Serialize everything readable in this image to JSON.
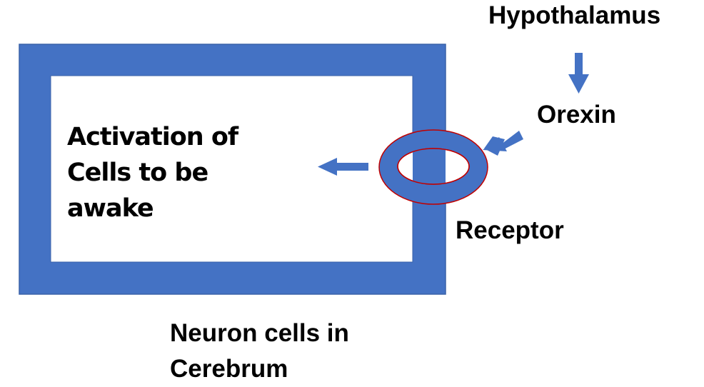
{
  "diagram": {
    "title": "Orexin wakefulness pathway",
    "labels": {
      "hypothalamus": "Hypothalamus",
      "orexin": "Orexin",
      "activation_lines": [
        "Activation of",
        "Cells to be",
        "awake"
      ],
      "receptor": "Receptor",
      "neuron_lines": [
        "Neuron cells in",
        "Cerebrum"
      ]
    },
    "colors": {
      "cell_membrane": "#4472c4",
      "cell_interior": "#ffffff",
      "receptor_outline": "#c00000",
      "arrow": "#4472c4",
      "text": "#000000"
    },
    "arrows": [
      {
        "id": "hypothalamus-to-orexin",
        "direction": "down"
      },
      {
        "id": "orexin-to-receptor",
        "direction": "down-left"
      },
      {
        "id": "receptor-to-activation",
        "direction": "left"
      }
    ]
  }
}
